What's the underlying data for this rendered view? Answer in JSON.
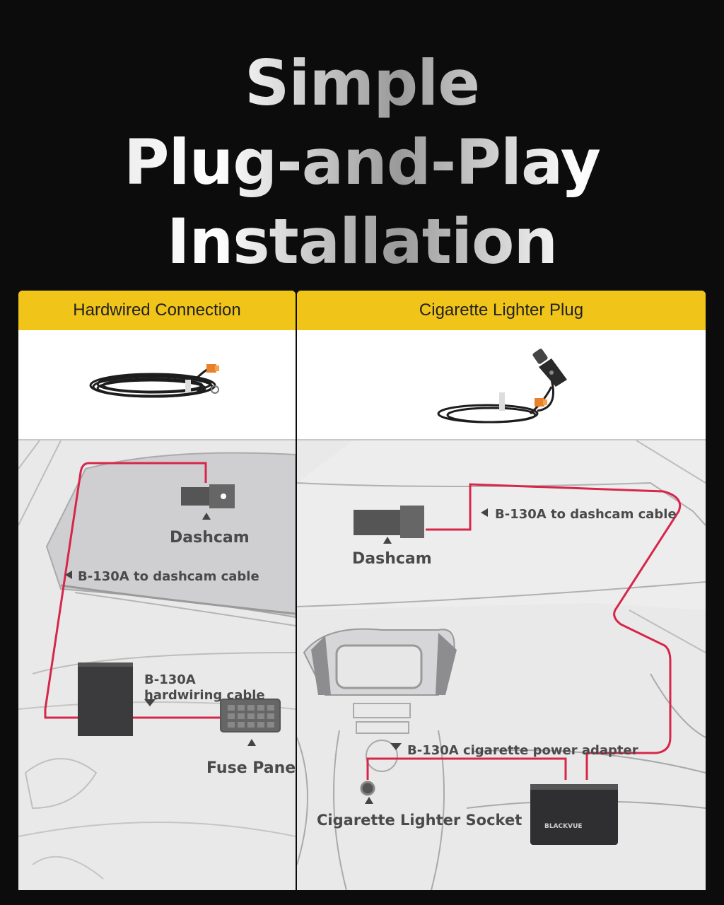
{
  "title": {
    "line1": "Simple",
    "line2": "Plug-and-Play",
    "line3": "Installation"
  },
  "left_panel": {
    "header": "Hardwired Connection",
    "labels": {
      "dashcam": "Dashcam",
      "cable": "B-130A to dashcam cable",
      "hardwire_line1": "B-130A",
      "hardwire_line2": "hardwiring cable",
      "fuse_panel": "Fuse Panel"
    }
  },
  "right_panel": {
    "header": "Cigarette Lighter Plug",
    "labels": {
      "cable": "B-130A to dashcam cable",
      "dashcam": "Dashcam",
      "adapter": "B-130A cigarette power adapter",
      "socket": "Cigarette Lighter Socket",
      "device_brand": "BLACKVUE"
    }
  },
  "colors": {
    "accent_yellow": "#f0c419",
    "cable_red": "#d7264a",
    "background": "#0c0c0d"
  },
  "icons": [
    "arrow-up-icon",
    "arrow-left-icon",
    "arrow-down-icon"
  ]
}
